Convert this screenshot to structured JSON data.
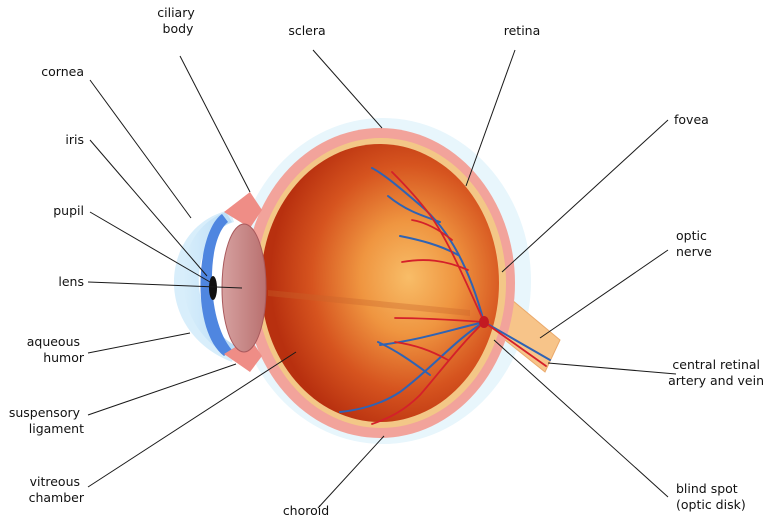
{
  "labels": {
    "ciliary_body": [
      "ciliary",
      "body"
    ],
    "sclera": "sclera",
    "retina": "retina",
    "cornea": "cornea",
    "fovea": "fovea",
    "iris": "iris",
    "pupil": "pupil",
    "optic_nerve": [
      "optic",
      "nerve"
    ],
    "lens": "lens",
    "aqueous_humor": [
      "aqueous",
      "humor"
    ],
    "central_retinal": [
      "central retinal",
      "artery and vein"
    ],
    "suspensory_ligament": [
      "suspensory",
      "ligament"
    ],
    "vitreous_chamber": [
      "vitreous",
      "chamber"
    ],
    "choroid": "choroid",
    "blind_spot": [
      "blind spot",
      "(optic disk)"
    ]
  },
  "colors": {
    "sclera_halo": "#e6f5fb",
    "sclera": "#f2a49c",
    "retina_layer": "#f6c78a",
    "vitreous_center": "#f7b45a",
    "vitreous_edge": "#c93a17",
    "cornea": "#cfe9fa",
    "iris": "#4f86e0",
    "pupil": "#111111",
    "lens": "#c8898b",
    "artery": "#d4202a",
    "vein": "#2f63b4",
    "optic_nerve": "#f6c080"
  }
}
